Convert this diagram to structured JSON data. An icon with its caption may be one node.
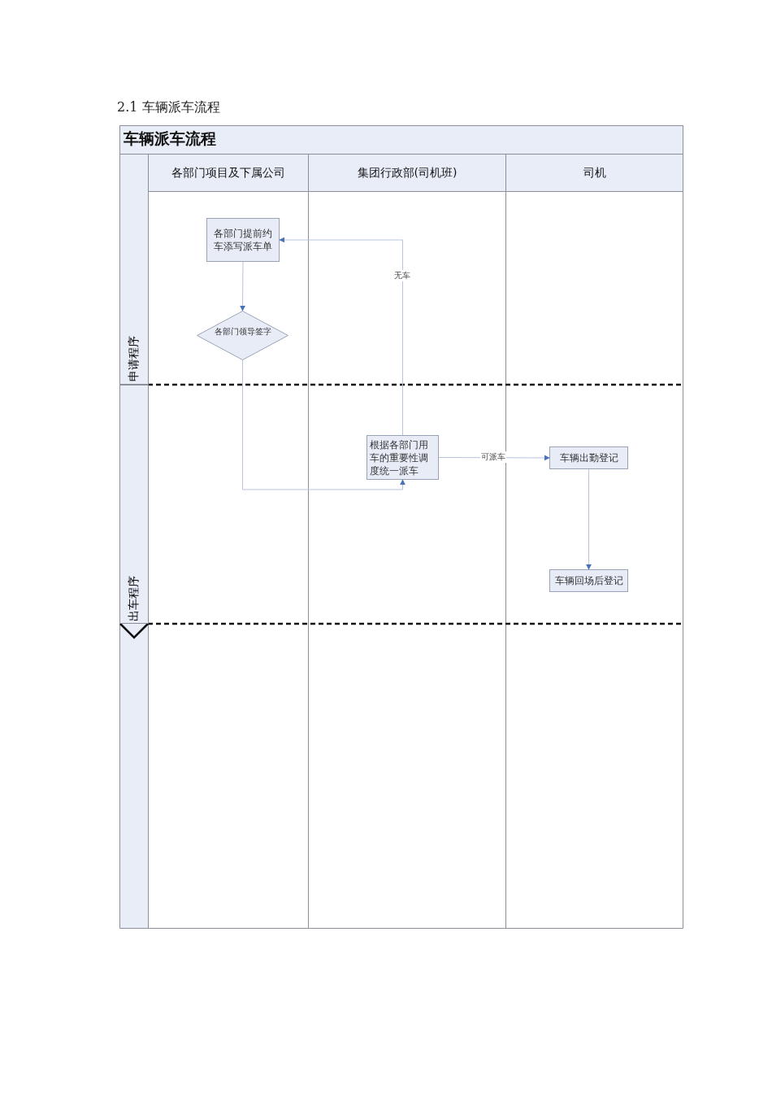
{
  "diagram": {
    "title": "车辆派车流程",
    "nodes": [
      {
        "text": [
          "各部门项目及下属公司"
        ]
      },
      {
        "text": [
          "集团行政部(司机班)"
        ]
      },
      {
        "text": [
          "司机"
        ]
      },
      {
        "text": [
          "申请程序"
        ]
      },
      {
        "text": [
          "出车程序"
        ]
      },
      {
        "text": [
          "各部门提前约车添写派车单"
        ]
      },
      {
        "text": [
          "各部门领导签字"
        ]
      },
      {
        "text": [
          "根据各部门用车的重要性调度统一派车"
        ]
      },
      {
        "text": [
          "车辆出勤登记"
        ]
      },
      {
        "text": [
          "车辆回场后登记"
        ]
      }
    ],
    "edges": [
      {
        "from": 5,
        "to": 6,
        "arrow": "to"
      },
      {
        "from": 6,
        "to": 7,
        "arrow": "to"
      },
      {
        "from": 7,
        "to": 5,
        "arrow": "to",
        "label": "无车"
      },
      {
        "from": 7,
        "to": 8,
        "arrow": "to",
        "label": "可派车"
      },
      {
        "from": 8,
        "to": 9,
        "arrow": "to"
      }
    ],
    "labels": [
      "2.1 车辆派车流程"
    ]
  }
}
